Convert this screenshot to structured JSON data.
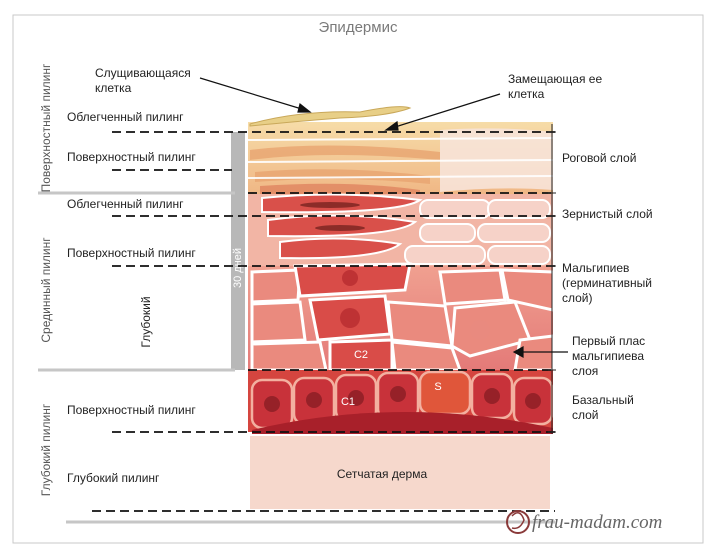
{
  "title": "Эпидермис",
  "left_axis": {
    "superficial": "Поверхностный пилинг",
    "medium": "Срединный пилинг",
    "deep": "Глубокий пилинг"
  },
  "labels": {
    "light_peel_1": "Облегченный пилинг",
    "superficial_peel_1": "Поверхностный пилинг",
    "light_peel_2": "Облегченный пилинг",
    "superficial_peel_2": "Поверхностный пилинг",
    "deep_inner": "Глубокий",
    "superficial_peel_3": "Поверхностный пилинг",
    "deep_peel": "Глубокий пилинг",
    "days": "30 дней"
  },
  "callouts": {
    "flaking_cell_line1": "Слущивающаяся",
    "flaking_cell_line2": "клетка",
    "replacing_line1": "Замещающая ее",
    "replacing_line2": "клетка"
  },
  "layers": {
    "corneum": "Роговой слой",
    "granular": "Зернистый слой",
    "malpighian_line1": "Мальгипиев",
    "malpighian_line2": "(герминативный",
    "malpighian_line3": "слой)",
    "first_layer_line1": "Первый плас",
    "first_layer_line2": "мальгипиева",
    "first_layer_line3": "слоя",
    "basal_line1": "Базальный",
    "basal_line2": "слой",
    "dermis": "Сетчатая дерма"
  },
  "cell_marks": {
    "c2": "C2",
    "c1": "C1",
    "s": "S"
  },
  "watermark": "frau-madam.com",
  "colors": {
    "corneum": "#f3c98f",
    "granular": "#e26b5a",
    "spinous": "#e8807a",
    "basal": "#c8323a",
    "dermis": "#f6d8cc",
    "gray_bar": "#b8b8b8"
  }
}
